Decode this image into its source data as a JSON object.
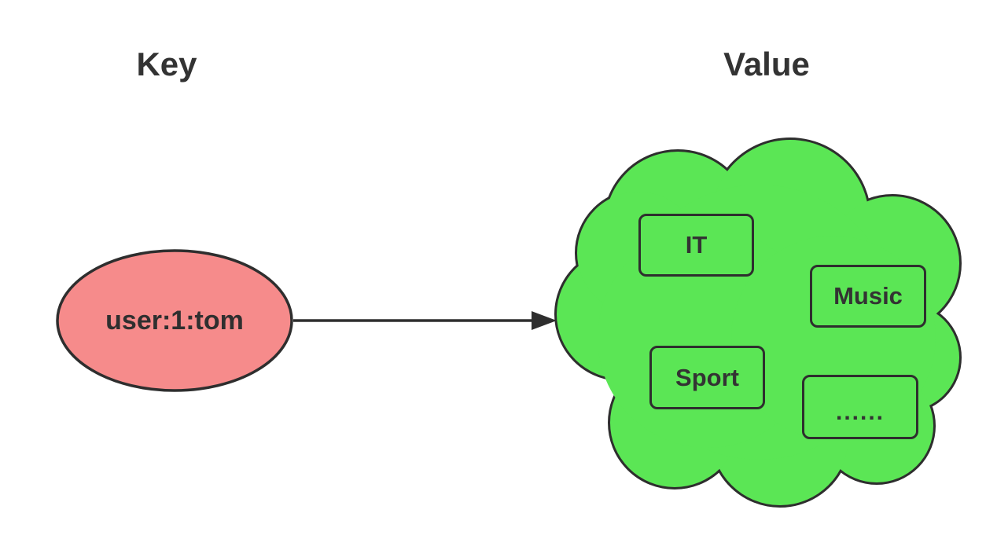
{
  "diagram": {
    "headings": {
      "key": "Key",
      "value": "Value"
    },
    "key_node": {
      "label": "user:1:tom",
      "shape": "ellipse"
    },
    "connector": {
      "type": "arrow",
      "from": "key_node",
      "to": "value_cloud"
    },
    "value_cloud": {
      "shape": "cloud",
      "items": [
        {
          "label": "IT"
        },
        {
          "label": "Music"
        },
        {
          "label": "Sport"
        },
        {
          "label": "......"
        }
      ]
    },
    "colors": {
      "key_fill": "#f68b8b",
      "value_fill": "#5be655",
      "outline": "#2e2e2e",
      "text": "#333333",
      "background": "#ffffff"
    }
  }
}
